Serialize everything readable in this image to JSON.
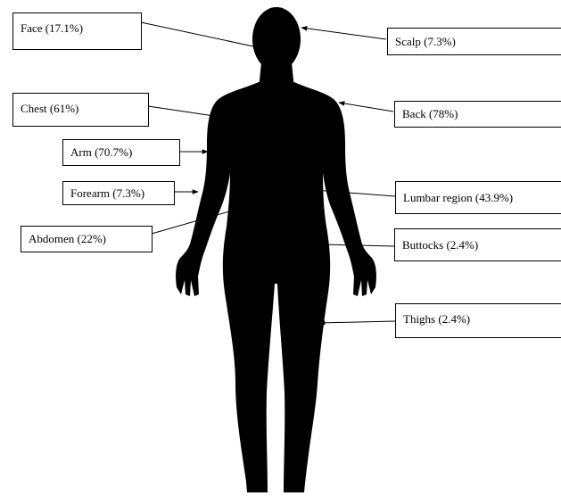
{
  "figure": {
    "labels": {
      "face": "Face (17.1%)",
      "scalp": "Scalp (7.3%)",
      "chest": "Chest (61%)",
      "back": "Back (78%)",
      "arm": "Arm (70.7%)",
      "forearm": "Forearm (7.3%)",
      "lumbar": "Lumbar region (43.9%)",
      "abdomen": "Abdomen (22%)",
      "buttocks": "Buttocks (2.4%)",
      "thighs": "Thighs (2.4%)"
    },
    "colors": {
      "silhouette": "#000000",
      "box_border": "#000000",
      "background": "#ffffff"
    }
  }
}
